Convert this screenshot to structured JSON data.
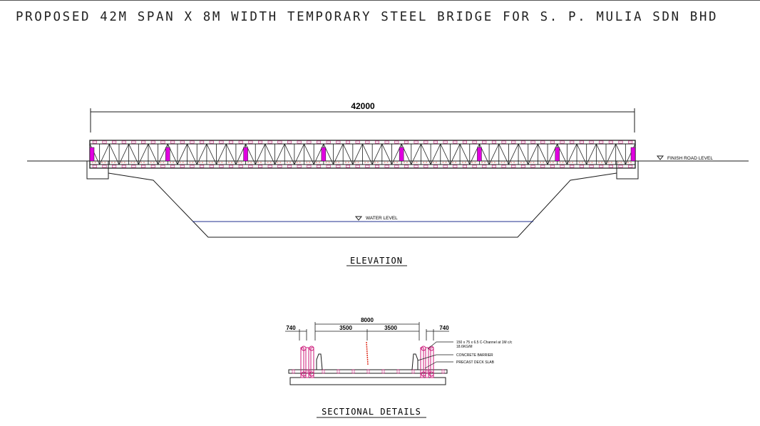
{
  "title": "PROPOSED 42M SPAN X 8M WIDTH TEMPORARY STEEL BRIDGE FOR S. P. MULIA SDN BHD",
  "elevation": {
    "span_dimension": "42000",
    "finish_road_level": "FINISH ROAD LEVEL",
    "water_level": "WATER LEVEL",
    "caption": "ELEVATION"
  },
  "section": {
    "overall_width": "8000",
    "lane_left": "3500",
    "lane_right": "3500",
    "side_left": "740",
    "side_right": "740",
    "note_channel_1": "150 x 75 x 6.5 C-Channel at 1M c/c",
    "note_channel_2": "18.6KG/M",
    "note_barrier": "CONCRETE BARRIER",
    "note_slab": "PRECAST DECK SLAB",
    "caption": "SECTIONAL DETAILS"
  },
  "colors": {
    "line": "#1a1a1a",
    "panel_post": "#e000e0",
    "pin": "#cc1a7a",
    "water": "#1f2f8f",
    "red_accent": "#e03020"
  }
}
